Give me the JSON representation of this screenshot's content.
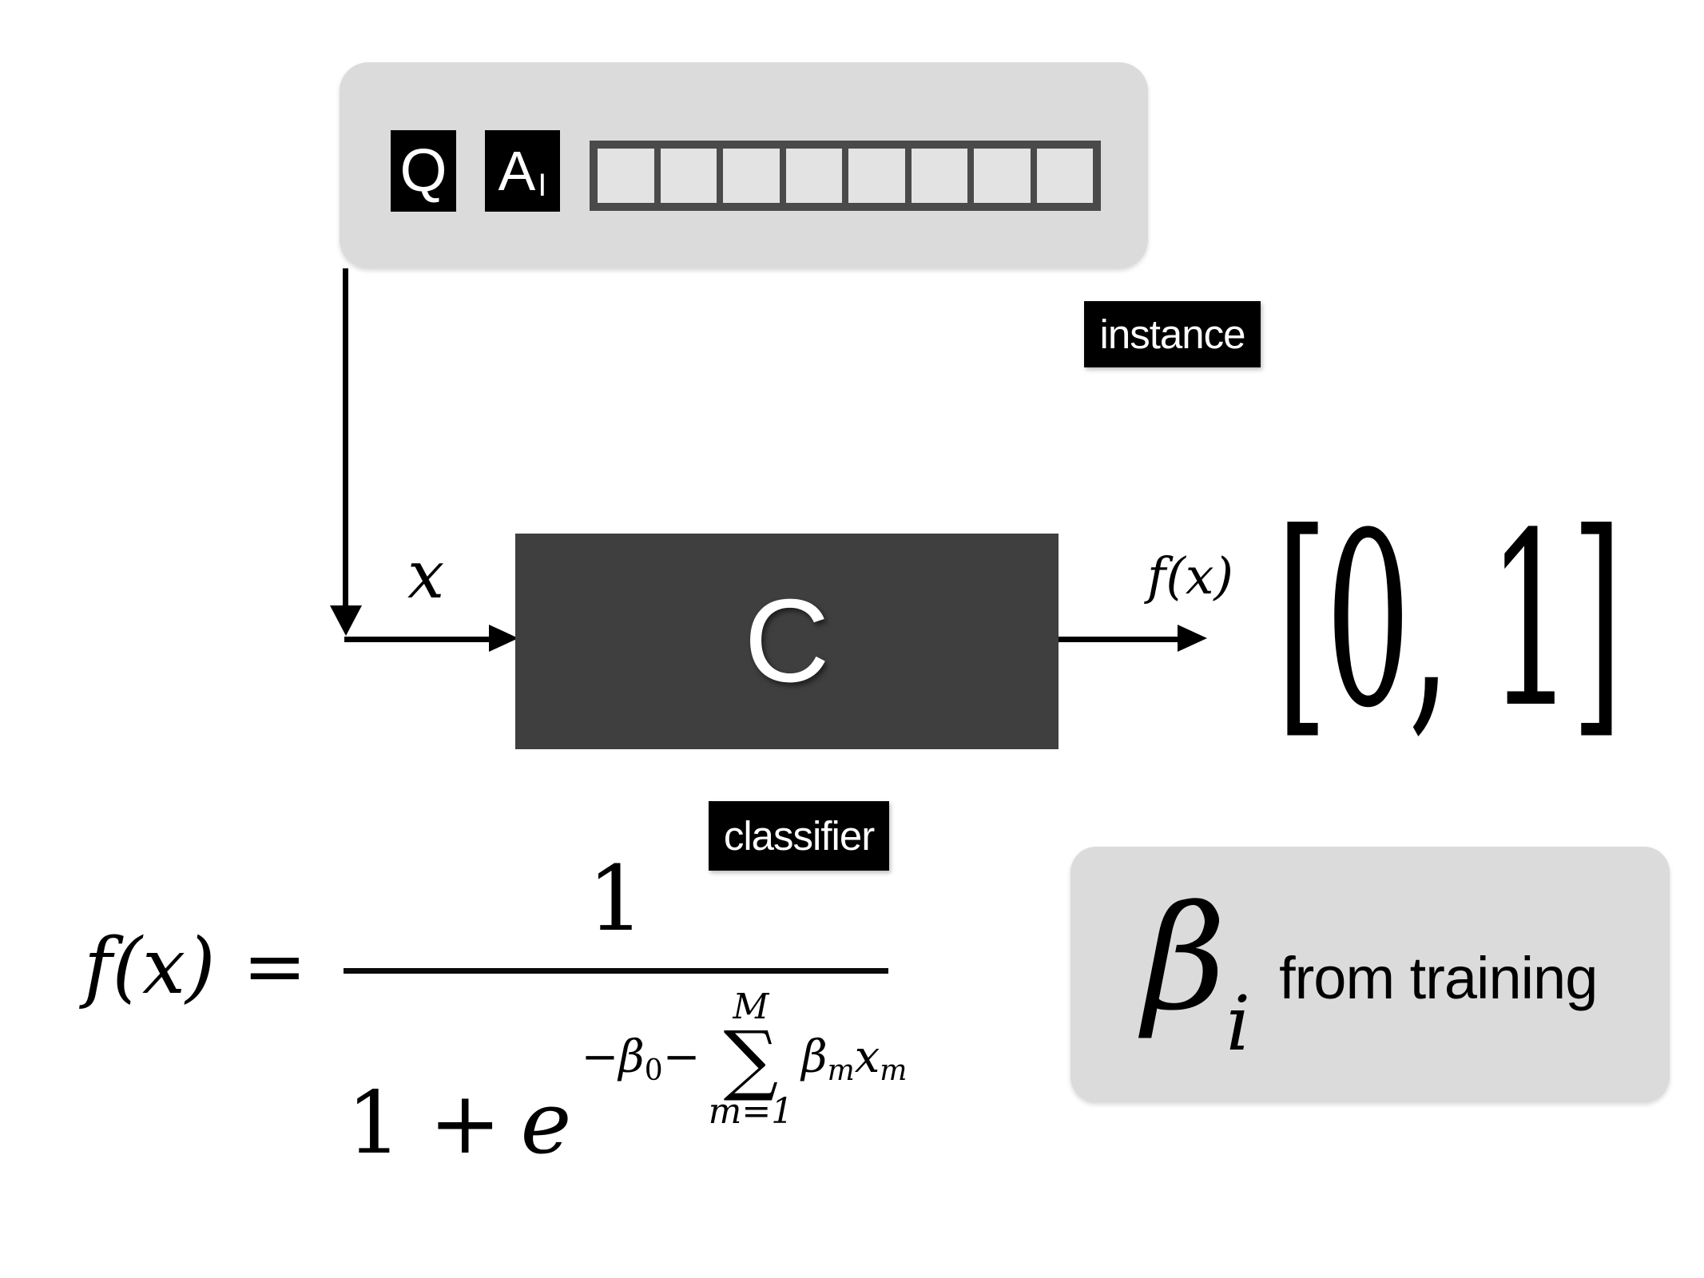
{
  "colors": {
    "background": "#ffffff",
    "panel_gray": "#dbdbdb",
    "classifier_box": "#3f3f3f",
    "label_bg": "#000000",
    "label_text": "#ffffff",
    "grid_frame": "#4a4a4a",
    "grid_cell": "#e3e3e3",
    "ink": "#000000"
  },
  "feature_panel": {
    "question_token": "Q",
    "answer_token": "A",
    "answer_token_subscript": "I",
    "feature_cell_count": 8
  },
  "annotations": {
    "instance_label": "instance",
    "classifier_label": "classifier"
  },
  "flow": {
    "input_variable": "x",
    "classifier_letter": "C",
    "output_function": "f(x)",
    "output_range": "[0, 1]"
  },
  "formula": {
    "lhs": "f(x)",
    "equals_sign": "=",
    "numerator": "1",
    "denominator_pre": "1 +",
    "denominator_e": "e",
    "exponent": {
      "minus_first": "−",
      "beta_zero": "β",
      "beta_zero_sub": "0",
      "minus_second": "−",
      "sum_upper_limit": "M",
      "sum_sign": "∑",
      "sum_lower_limit": "m=1",
      "beta_m": "β",
      "beta_m_sub": "m",
      "x_m": "x",
      "x_m_sub": "m"
    }
  },
  "training_note": {
    "beta": "β",
    "beta_sub": "i",
    "text": "from training"
  }
}
